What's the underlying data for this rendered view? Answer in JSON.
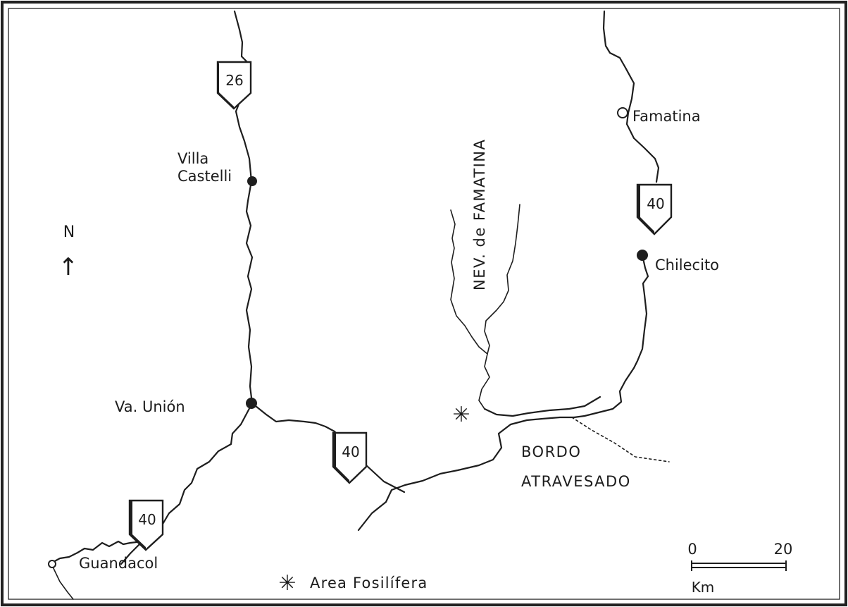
{
  "labels": {
    "north": "N",
    "north_arrow": "↑",
    "range": "NEV. de FAMATINA",
    "bordo_line1": "BORDO",
    "bordo_line2": "ATRAVESADO"
  },
  "places": {
    "villa_castelli_line1": "Villa",
    "villa_castelli_line2": "Castelli",
    "va_union": "Va. Unión",
    "famatina": "Famatina",
    "chilecito": "Chilecito",
    "guandacol": "Guandacol"
  },
  "routes": {
    "r26": "26",
    "r40_north": "40",
    "r40_center": "40",
    "r40_south": "40"
  },
  "legend": {
    "symbol": "✳",
    "text": "Area Fosilífera"
  },
  "scale": {
    "start": "0",
    "end": "20",
    "unit": "Km"
  },
  "colors": {
    "ink": "#1e1e1e",
    "paper": "#ffffff"
  }
}
